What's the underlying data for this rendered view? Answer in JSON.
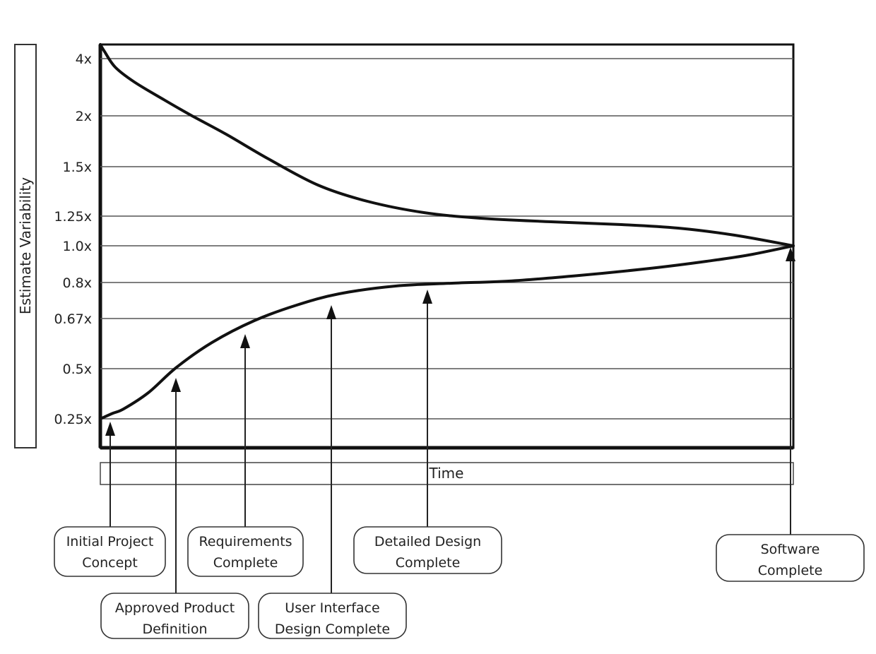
{
  "chart_data": {
    "type": "line",
    "ylabel": "Estimate Variability",
    "xlabel": "Time",
    "y_scale": "log",
    "y_ticks": [
      "4x",
      "2x",
      "1.5x",
      "1.25x",
      "1.0x",
      "0.8x",
      "0.67x",
      "0.5x",
      "0.25x"
    ],
    "grid": true,
    "milestones": [
      {
        "label_lines": [
          "Initial Project",
          "Concept"
        ]
      },
      {
        "label_lines": [
          "Approved Product",
          "Definition"
        ]
      },
      {
        "label_lines": [
          "Requirements",
          "Complete"
        ]
      },
      {
        "label_lines": [
          "User Interface",
          "Design Complete"
        ]
      },
      {
        "label_lines": [
          "Detailed Design",
          "Complete"
        ]
      },
      {
        "label_lines": [
          "Software",
          "Complete"
        ]
      }
    ],
    "series": [
      {
        "x": [
          0,
          0.02,
          0.08,
          0.15,
          0.22,
          0.3,
          0.4,
          0.5,
          0.6,
          0.75,
          0.85,
          0.93,
          1.0
        ],
        "values": [
          4,
          3.6,
          2.7,
          2.0,
          1.65,
          1.48,
          1.3,
          1.22,
          1.2,
          1.18,
          1.15,
          1.08,
          1.0
        ]
      },
      {
        "x": [
          0,
          0.03,
          0.08,
          0.13,
          0.2,
          0.27,
          0.35,
          0.45,
          0.55,
          0.7,
          0.85,
          0.95,
          1.0
        ],
        "values": [
          0.25,
          0.27,
          0.4,
          0.52,
          0.63,
          0.7,
          0.75,
          0.79,
          0.81,
          0.85,
          0.9,
          0.96,
          1.0
        ]
      }
    ]
  }
}
